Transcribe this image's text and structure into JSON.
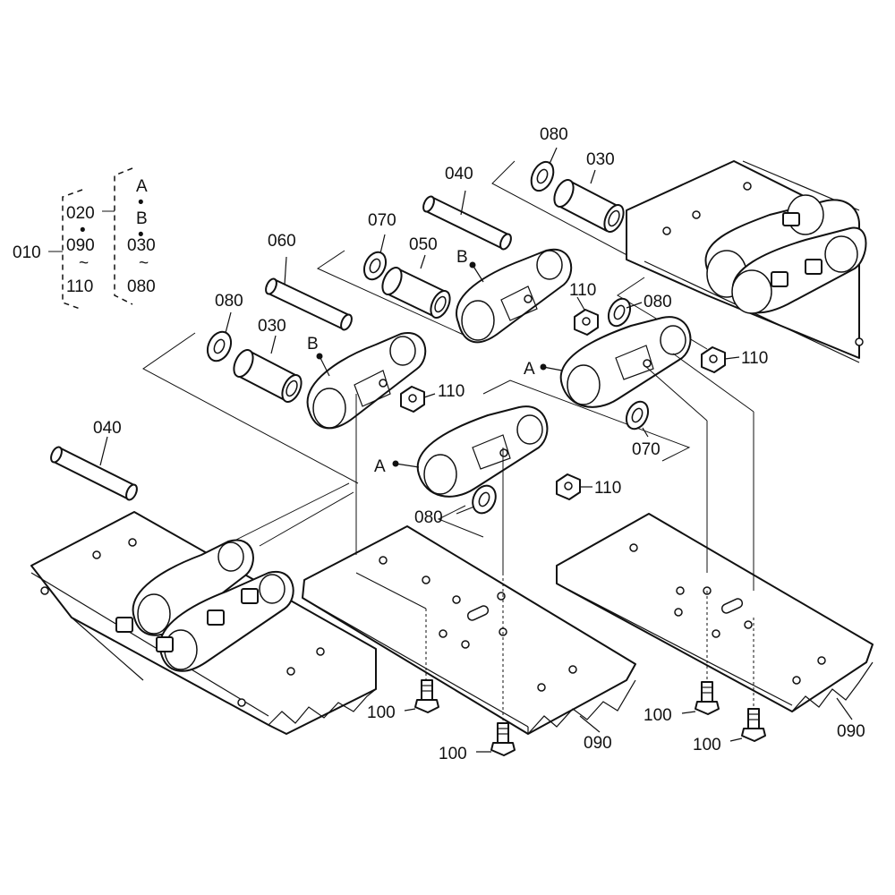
{
  "legend": {
    "assembly": "010",
    "range_start": "020",
    "range_mid": "090",
    "range_end": "110",
    "range_tilde": "~",
    "range_dot": "•",
    "sub_start": "A",
    "sub_dot1": "•",
    "sub_b": "B",
    "sub_dot2": "•",
    "sub_030": "030",
    "sub_tilde": "~",
    "sub_end": "080"
  },
  "labels": {
    "washer_080_top": "080",
    "bushing_030_top": "030",
    "pin_040_top": "040",
    "washer_070_top": "070",
    "bushing_050": "050",
    "pin_060": "060",
    "washer_080_left": "080",
    "bushing_030_left": "030",
    "link_b_upper": "B",
    "link_b_lower": "B",
    "link_a_upper": "A",
    "link_a_lower": "A",
    "nut_110_a": "110",
    "nut_110_b": "110",
    "nut_110_c": "110",
    "nut_110_d": "110",
    "washer_080_right": "080",
    "washer_070_right": "070",
    "washer_080_bottom": "080",
    "pin_040_left": "040",
    "bolt_100_a": "100",
    "bolt_100_b": "100",
    "bolt_100_c": "100",
    "bolt_100_d": "100",
    "shoe_090_center": "090",
    "shoe_090_right": "090"
  }
}
